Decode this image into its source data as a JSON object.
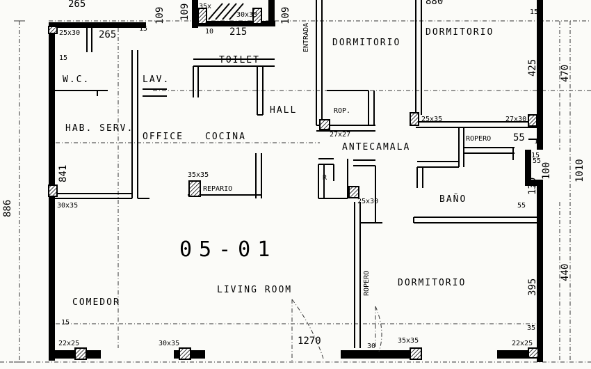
{
  "unit_id": "05-01",
  "rooms": {
    "dormitorio_1": "DORMITORIO",
    "dormitorio_2": "DORMITORIO",
    "dormitorio_3": "DORMITORIO",
    "toilet": "TOILET",
    "wc": "W.C.",
    "lav": "LAV.",
    "hall": "HALL",
    "rop": "ROP.",
    "hab_serv": "HAB. SERV.",
    "office": "OFFICE",
    "cocina": "COCINA",
    "antecamara": "ANTECAMALA",
    "ropero": "ROPERO",
    "repario": "REPARIO",
    "r": "R",
    "bano": "BAÑO",
    "living_room": "LIVING ROOM",
    "comedor": "COMEDOR",
    "entrada": "ENTRADA",
    "ropero_vertical": "ROPERO"
  },
  "dimensions": {
    "top_265_a": "265",
    "top_265_b": "265",
    "top_15": "15",
    "top_109_a": "109",
    "top_109_b": "109",
    "top_109_c": "109",
    "top_215": "215",
    "top_10": "10",
    "top_35x": "35x",
    "top_30x33": "30x33",
    "top_880": "880",
    "col_25x30_topleft": "25x30",
    "left_15_a": "15",
    "left_15_b": "15",
    "left_841": "841",
    "col_30x35_left": "30x35",
    "left_886": "886",
    "col_35x35_repario": "35x35",
    "col_27x27": "27x27",
    "col_25x35": "25x35",
    "col_27x30": "27x30",
    "ropero_55": "55",
    "ropero_15": "15",
    "right_15_top": "15",
    "right_425": "425",
    "right_470": "470",
    "right_55_a": "55",
    "right_55_b": "55",
    "right_55_c": "55",
    "right_15": "15",
    "right_100": "100",
    "right_1010": "1010",
    "right_130": "130",
    "col_25x30_center": "25x30",
    "right_395": "395",
    "right_440": "440",
    "right_35": "35",
    "bottom_1270": "1270",
    "bottom_30": "30",
    "col_22x25_left": "22x25",
    "col_30x35_bottom": "30x35",
    "col_35x35_bottom": "35x35",
    "col_22x25_right": "22x25"
  }
}
